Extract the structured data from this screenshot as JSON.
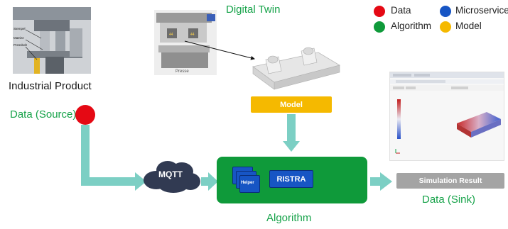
{
  "product": {
    "caption": "Industrial Product",
    "callouts": [
      "Stempel",
      "Matrize",
      "Pressbolt"
    ]
  },
  "digital_twin": {
    "title": "Digital Twin",
    "press_label": "Presse"
  },
  "legend": {
    "items": [
      {
        "label": "Data",
        "color": "#e50914"
      },
      {
        "label": "Microservice",
        "color": "#1755c4"
      },
      {
        "label": "Algorithm",
        "color": "#0f9a3a"
      },
      {
        "label": "Model",
        "color": "#f5b900"
      }
    ]
  },
  "nodes": {
    "model": "Model",
    "source": "Data (Source)",
    "mqtt": "MQTT",
    "helper": "Helper",
    "ristra": "RISTRA",
    "algorithm": "Algorithm",
    "sim_result": "Simulation Result",
    "sink": "Data (Sink)"
  },
  "colors": {
    "connector": "#7ccfc4",
    "title_green": "#17a34a",
    "cloud": "#313a52"
  }
}
